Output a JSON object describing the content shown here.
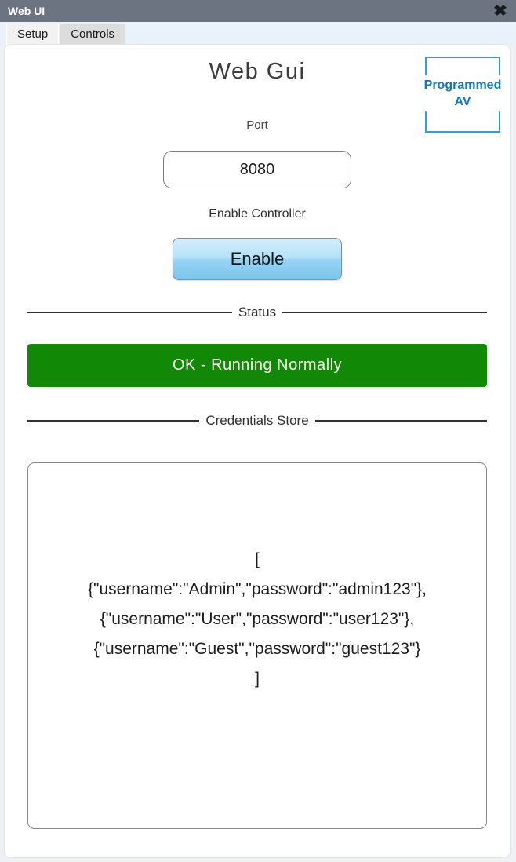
{
  "window": {
    "title": "Web UI",
    "close_icon": "✖"
  },
  "tabs": [
    {
      "label": "Setup",
      "active": true
    },
    {
      "label": "Controls",
      "active": false
    }
  ],
  "setup": {
    "heading": "Web Gui",
    "logo": {
      "line1": "Programmed",
      "line2": "AV"
    },
    "port": {
      "label": "Port",
      "value": "8080"
    },
    "enable": {
      "label": "Enable Controller",
      "button_label": "Enable"
    },
    "status": {
      "section_label": "Status",
      "message": "OK - Running Normally"
    },
    "credentials": {
      "section_label": "Credentials Store",
      "lines": [
        "[",
        "{\"username\":\"Admin\",\"password\":\"admin123\"},",
        "{\"username\":\"User\",\"password\":\"user123\"},",
        "{\"username\":\"Guest\",\"password\":\"guest123\"}",
        "]"
      ]
    }
  },
  "colors": {
    "titlebar_bg": "#6b7480",
    "tabstrip_bg": "#e9f2fb",
    "status_ok_green": "#128807",
    "logo_border_blue": "#2d9fd9",
    "logo_text_blue": "#1477bb",
    "enable_button_blue": "#7cc4ec"
  }
}
